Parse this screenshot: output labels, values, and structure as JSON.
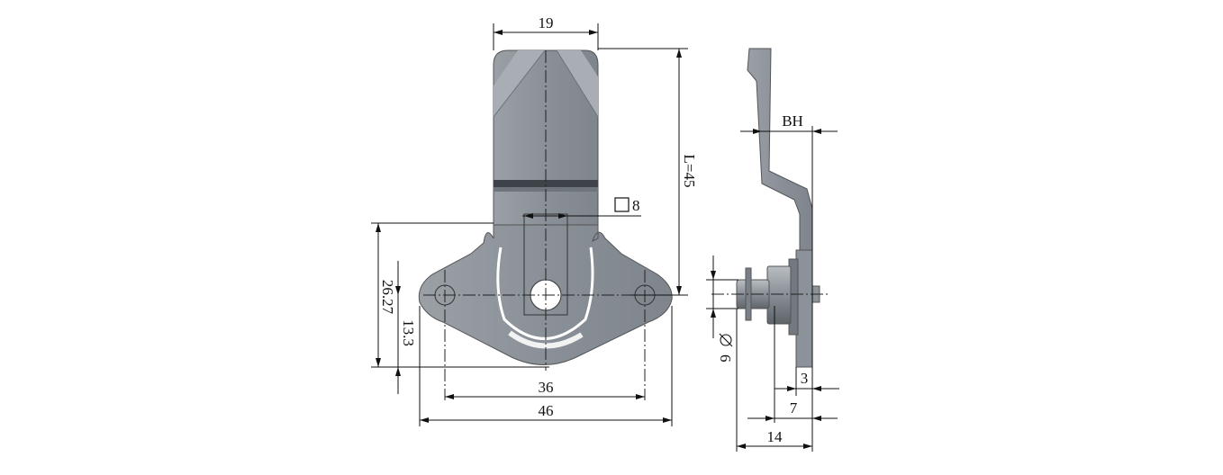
{
  "front_view": {
    "width_top": "19",
    "square_drive": "8",
    "length": "L=45",
    "height_overall": "26.27",
    "height_center": "13.3",
    "hole_spacing": "36",
    "width_overall": "46"
  },
  "side_view": {
    "bend_height": "BH",
    "shaft_diameter": "6",
    "dim_3": "3",
    "dim_7": "7",
    "dim_14": "14"
  },
  "colors": {
    "body": "#8f969e",
    "body_dark": "#5f656c",
    "body_light": "#b7bcc1",
    "line": "#111111"
  }
}
